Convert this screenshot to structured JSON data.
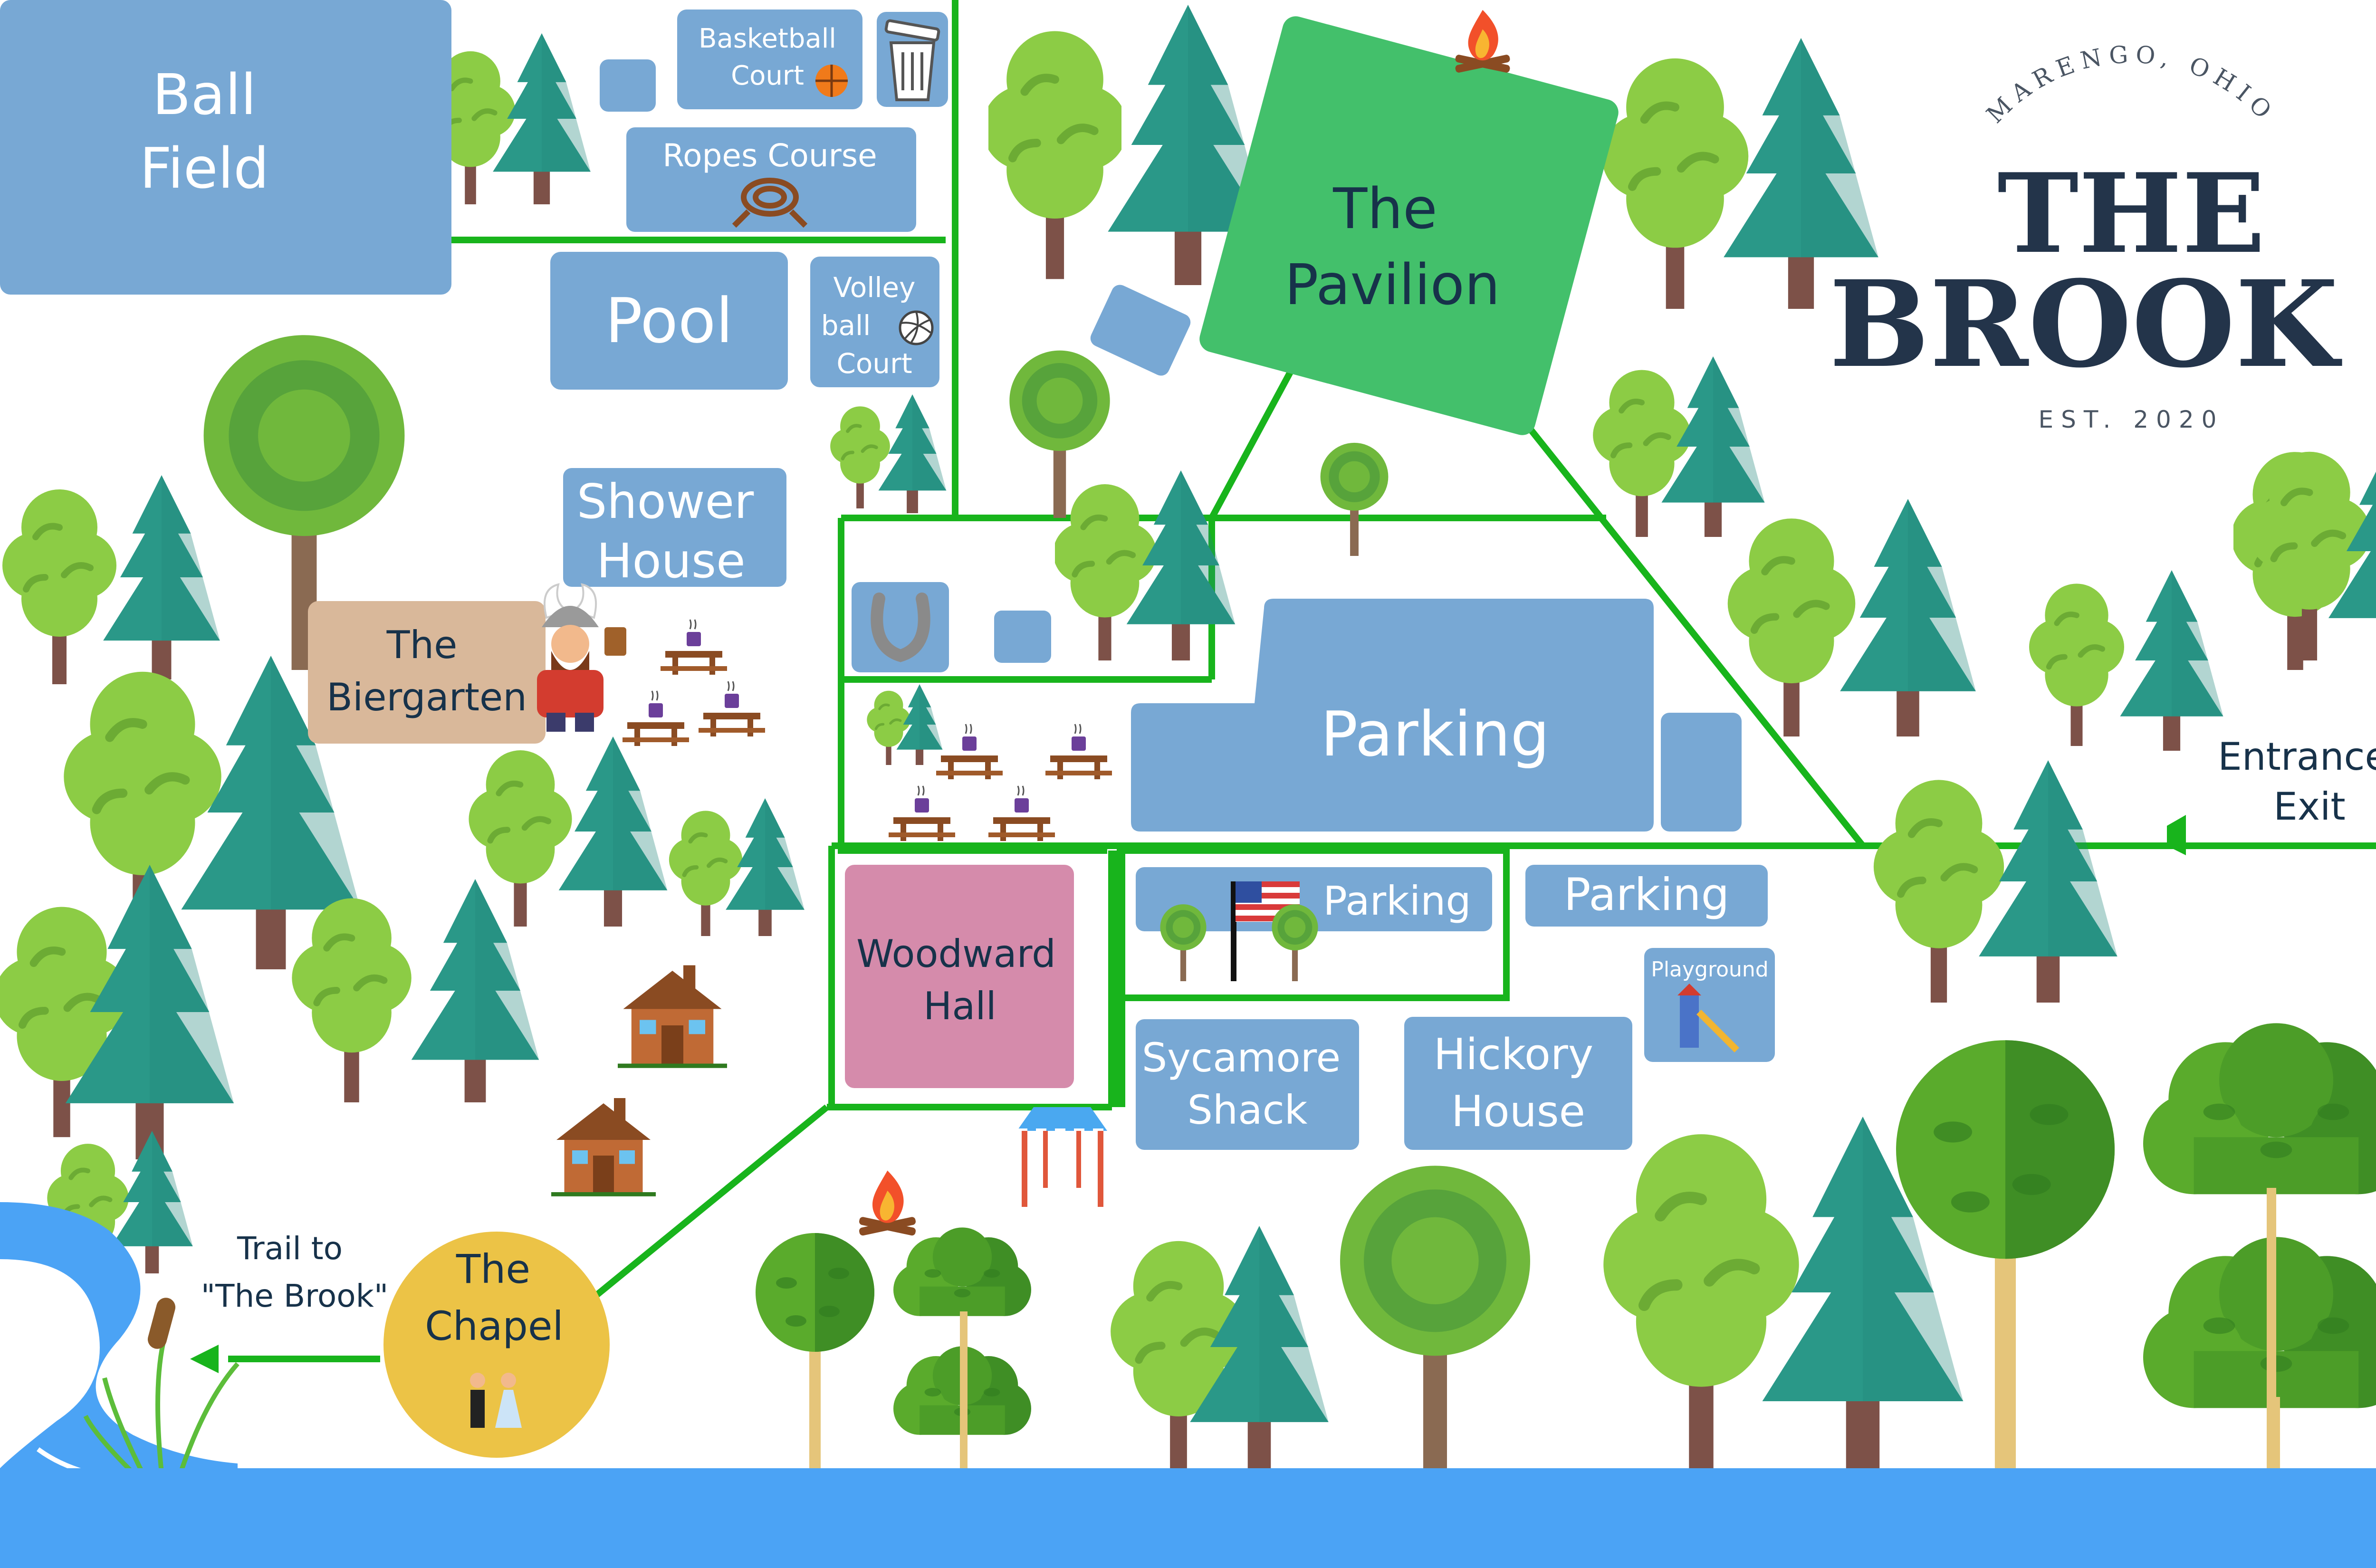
{
  "colors": {
    "background": "#ffffff",
    "building_blue": "#78a8d4",
    "pavilion_green": "#43c06b",
    "path_green": "#18b41c",
    "woodward_pink": "#d58bab",
    "biergarten_tan": "#d9b89a",
    "chapel_yellow": "#ecc346",
    "stream_blue": "#4ba3f5",
    "logo_navy": "#23344a",
    "pine": "#2a9888",
    "leafy": "#8ccc45",
    "oak": "#57a33b",
    "trunk": "#7d5148"
  },
  "logo": {
    "location": "MARENGO, OHIO",
    "line1": "THE",
    "line2": "BROOK",
    "established": "EST. 2020"
  },
  "areas": {
    "ball_field": [
      "Ball",
      "Field"
    ],
    "basketball_court": [
      "Basketball",
      "Court"
    ],
    "ropes_course": "Ropes Course",
    "pool": "Pool",
    "volleyball_court": [
      "Volley",
      "ball",
      "Court"
    ],
    "pavilion": [
      "The",
      "Pavilion"
    ],
    "shower_house": [
      "Shower",
      "House"
    ],
    "biergarten": [
      "The",
      "Biergarten"
    ],
    "parking_main": "Parking",
    "parking_flag": "Parking",
    "parking_east": "Parking",
    "playground": "Playground",
    "woodward_hall": [
      "Woodward",
      "Hall"
    ],
    "sycamore_shack": [
      "Sycamore",
      "Shack"
    ],
    "hickory_house": [
      "Hickory",
      "House"
    ],
    "chapel": [
      "The",
      "Chapel"
    ]
  },
  "entrance_exit": [
    "Entrance/",
    "Exit"
  ],
  "trail": [
    "Trail to",
    "\"The Brook\""
  ],
  "icons": [
    "basketball-icon",
    "trash-can-icon",
    "rope-icon",
    "volleyball-icon",
    "campfire-icon",
    "horseshoe-icon",
    "viking-icon",
    "picnic-table-icon",
    "american-flag-icon",
    "cabin-icon",
    "canopy-tent-icon",
    "bride-groom-icon",
    "slide-icon",
    "cattail-icon"
  ]
}
